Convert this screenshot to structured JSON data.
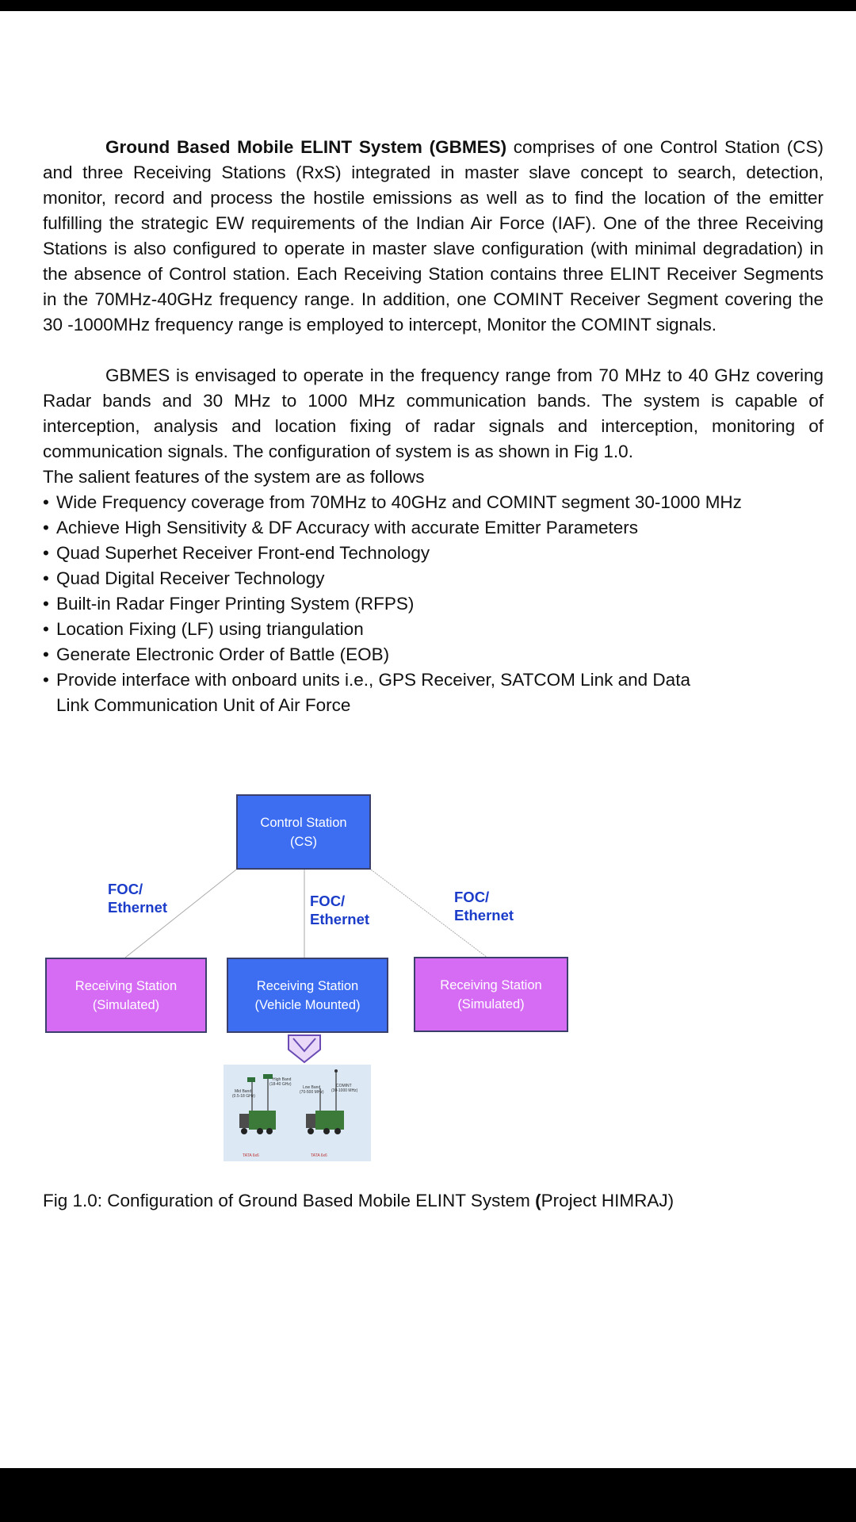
{
  "paragraph1": {
    "lead_bold": "Ground Based Mobile ELINT System (GBMES)",
    "text": " comprises of one Control Station (CS) and three Receiving Stations (RxS) integrated in master slave concept to search, detection, monitor, record and process the hostile emissions as well as to find the location of the emitter fulfilling the strategic EW requirements of the Indian Air Force (IAF). One of the three Receiving Stations is also configured to operate in master slave configuration (with minimal degradation) in the absence of Control station. Each Receiving Station contains three ELINT Receiver Segments in the 70MHz-40GHz frequency range. In addition, one COMINT Receiver Segment covering the 30 -1000MHz frequency range is employed to intercept, Monitor the COMINT signals."
  },
  "paragraph2": {
    "text": "GBMES is envisaged to operate in the frequency range from 70 MHz to 40 GHz covering Radar bands and 30 MHz to 1000 MHz communication bands. The system is capable of interception, analysis and location fixing of radar signals and interception, monitoring of communication signals. The configuration of system is as shown in Fig 1.0."
  },
  "features_intro": "The salient features of the system are as follows",
  "bullet_glyph": "•",
  "features": [
    "Wide Frequency coverage from 70MHz to 40GHz and COMINT segment 30-1000 MHz",
    "Achieve High Sensitivity & DF Accuracy with accurate Emitter Parameters",
    "Quad Superhet Receiver Front-end Technology",
    "Quad Digital Receiver Technology",
    "Built-in Radar Finger Printing System (RFPS)",
    "Location Fixing (LF) using triangulation",
    "Generate Electronic Order of Battle (EOB)",
    "Provide interface with onboard units i.e., GPS Receiver, SATCOM Link and Data"
  ],
  "feature_continuation": "Link Communication Unit of Air Force",
  "diagram": {
    "control_station": {
      "line1": "Control Station",
      "line2": "(CS)"
    },
    "link_label_line1": "FOC/",
    "link_label_line2": "Ethernet",
    "rs_left": {
      "line1": "Receiving Station",
      "line2": "(Simulated)"
    },
    "rs_center": {
      "line1": "Receiving Station",
      "line2": "(Vehicle Mounted)"
    },
    "rs_right": {
      "line1": "Receiving Station",
      "line2": "(Simulated)"
    },
    "vehicle_labels": {
      "high_band_1": "High Band",
      "high_band_2": "(18-40 GHz)",
      "mid_band_1": "Mid Band",
      "mid_band_2": "(0.5-18 GHz)",
      "low_band_1": "Low Band",
      "low_band_2": "(70-500 MHz)",
      "comint_1": "COMINT",
      "comint_2": "(30-1000 MHz)",
      "truck1": "TATA 6x6",
      "truck2": "TATA 6x6"
    },
    "colors": {
      "control_box": "#3d6ef2",
      "receiver_box": "#d66cf4",
      "link_text": "#1a3cc9",
      "image_bg": "#dce9f5"
    }
  },
  "caption": {
    "prefix": "Fig 1.0: Configuration of Ground Based Mobile ELINT System ",
    "paren_bold": "(",
    "project": "Project HIMRAJ)"
  }
}
